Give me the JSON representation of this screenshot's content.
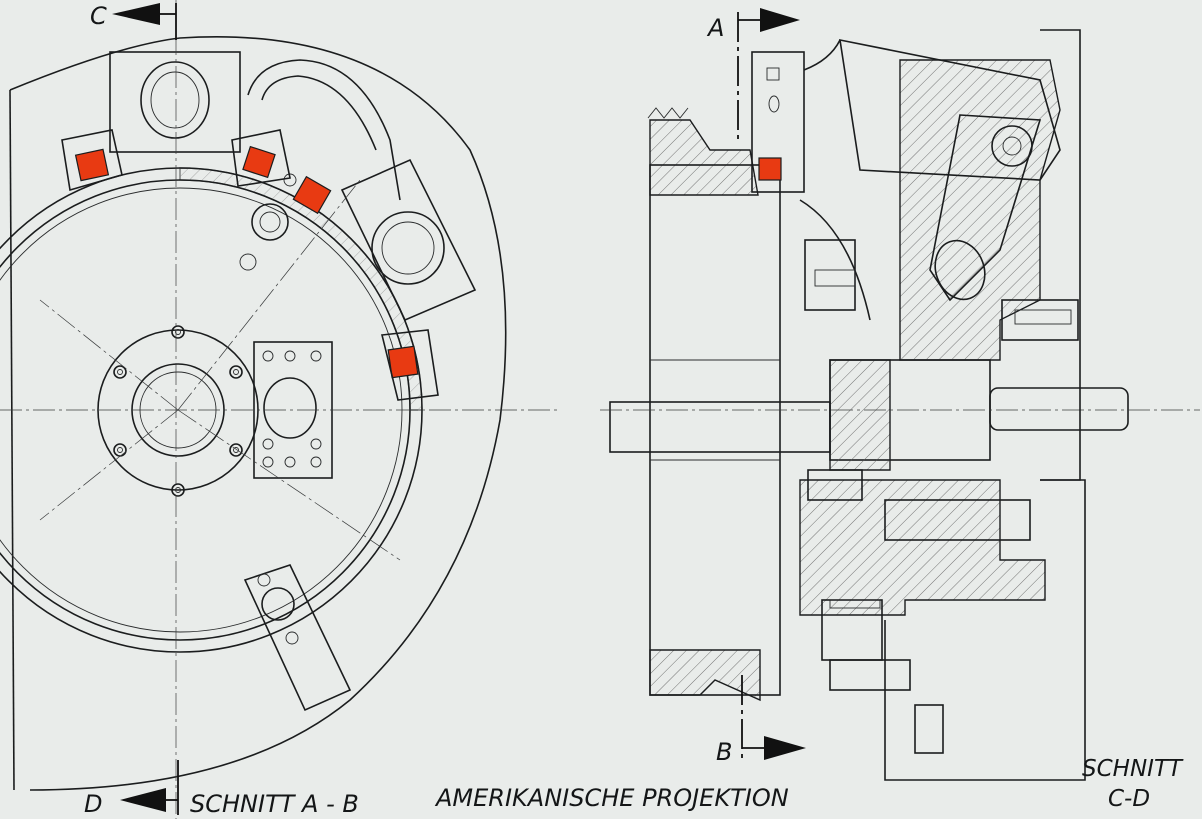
{
  "labels": {
    "section_ab_marker_top": "C",
    "section_ab_marker_bottom": "D",
    "section_cd_marker_top": "A",
    "section_cd_marker_bottom": "B",
    "left_view_caption": "SCHNITT A - B",
    "projection_caption": "AMERIKANISCHE PROJEKTION",
    "right_view_caption_line1": "SCHNITT",
    "right_view_caption_line2": "C-D"
  },
  "colors": {
    "background": "#e9ecea",
    "line": "#1b1d1e",
    "highlight": "#e83a12"
  }
}
